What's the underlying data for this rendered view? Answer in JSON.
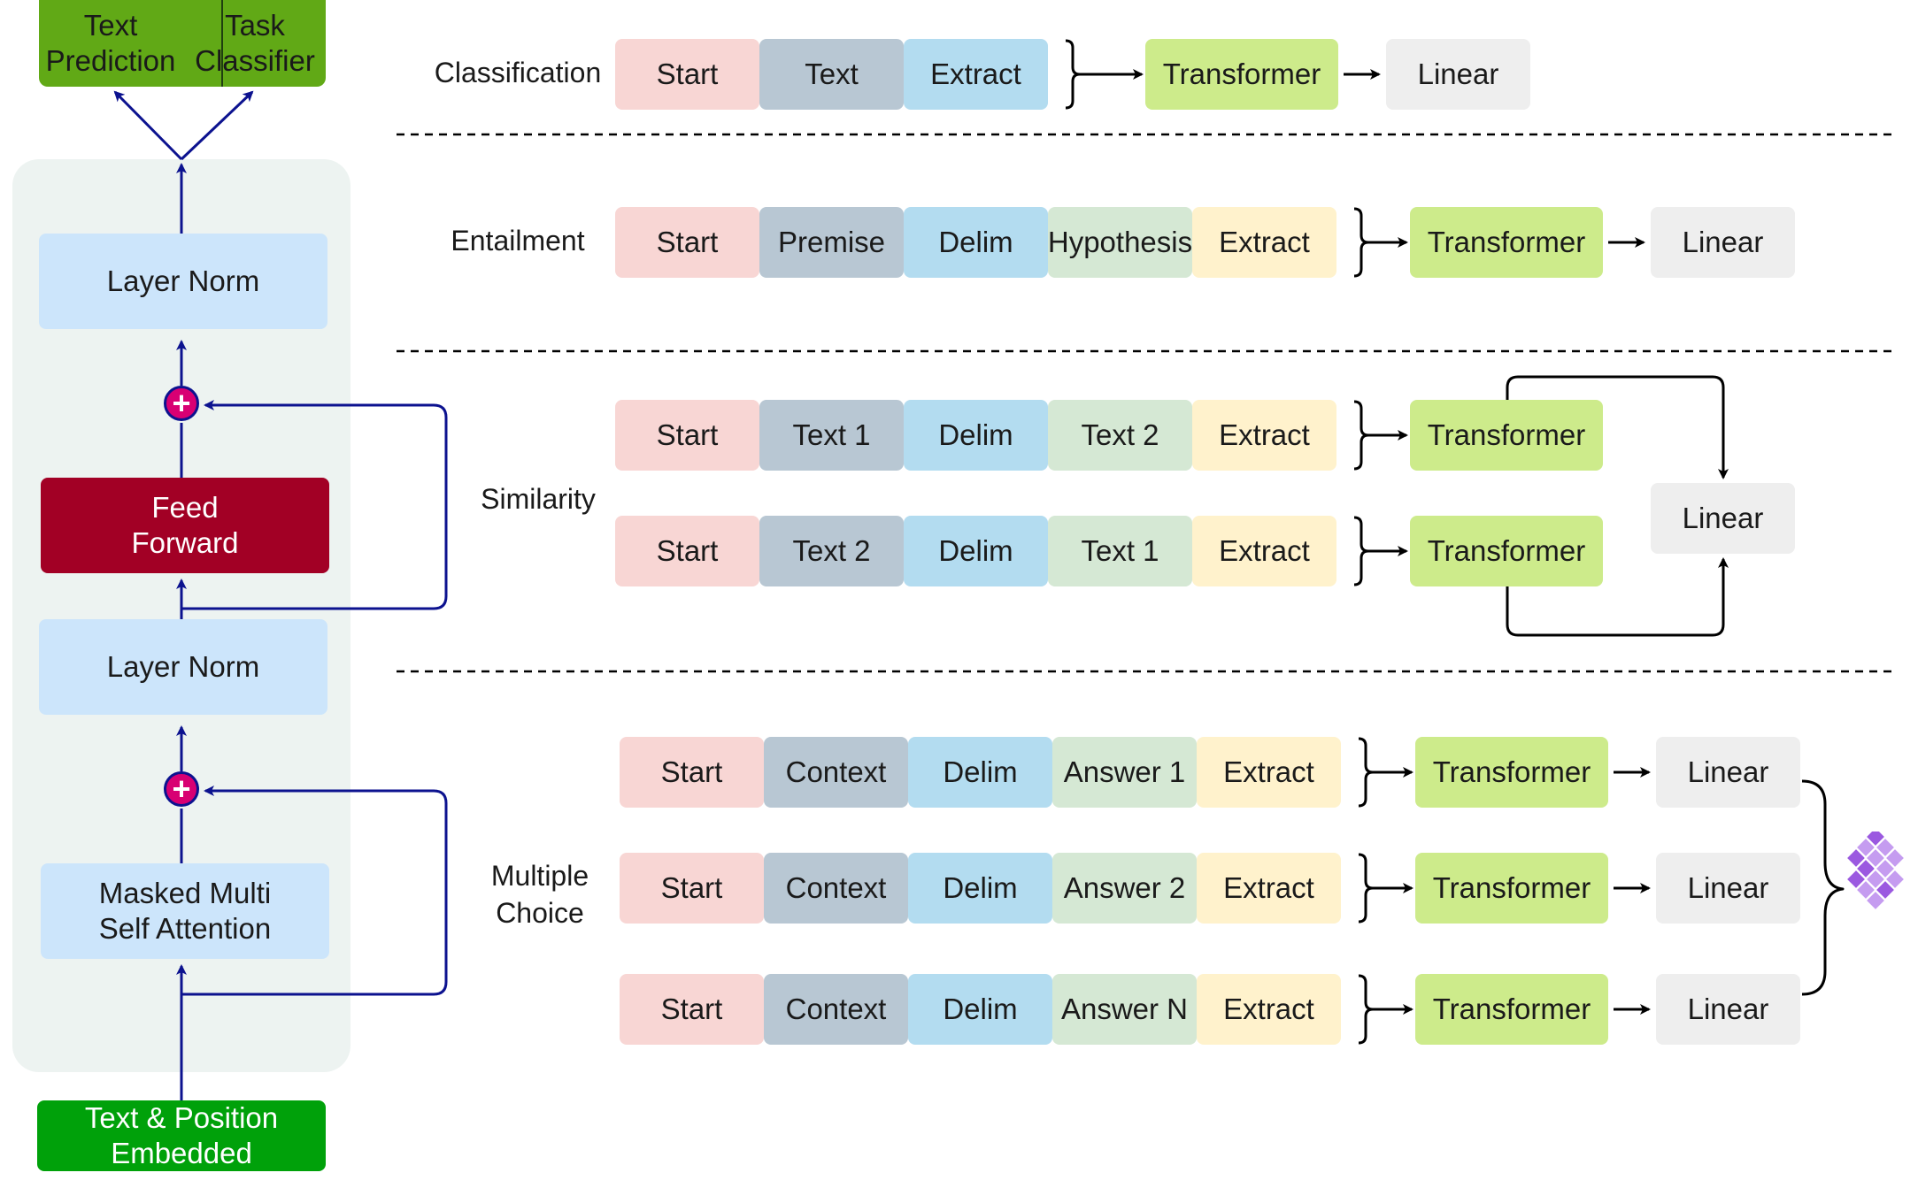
{
  "colors": {
    "start": "#f8d6d4",
    "mid": "#b8c7d3",
    "delim": "#b3dcf0",
    "second": "#d5e8d4",
    "extract": "#fff2cc",
    "transformer": "#cdeb8b",
    "linear": "#eeeeee",
    "panel": "#edf3f1",
    "norm": "#cce5fb",
    "feed": "#a20025",
    "embed": "#00a10a",
    "head": "#61a916",
    "arrow": "#0c128f",
    "plus": "#d80073",
    "cube": "#9b59e0"
  },
  "architecture": {
    "head_left": "Text\nPrediction",
    "head_right": "Task\nClassifier",
    "layer_norm_top": "Layer Norm",
    "feed_forward": "Feed\nForward",
    "layer_norm_bottom": "Layer Norm",
    "attention": "Masked Multi\nSelf Attention",
    "embedding": "Text & Position\nEmbedded",
    "plus_icon": "plus-circle-icon"
  },
  "tasks": {
    "classification": {
      "label": "Classification",
      "tokens": [
        "Start",
        "Text",
        "Extract"
      ],
      "transformer": "Transformer",
      "linear": "Linear"
    },
    "entailment": {
      "label": "Entailment",
      "tokens": [
        "Start",
        "Premise",
        "Delim",
        "Hypothesis",
        "Extract"
      ],
      "transformer": "Transformer",
      "linear": "Linear"
    },
    "similarity": {
      "label": "Similarity",
      "rows": [
        {
          "tokens": [
            "Start",
            "Text 1",
            "Delim",
            "Text 2",
            "Extract"
          ],
          "transformer": "Transformer"
        },
        {
          "tokens": [
            "Start",
            "Text 2",
            "Delim",
            "Text 1",
            "Extract"
          ],
          "transformer": "Transformer"
        }
      ],
      "linear": "Linear"
    },
    "multiple_choice": {
      "label": "Multiple\nChoice",
      "rows": [
        {
          "tokens": [
            "Start",
            "Context",
            "Delim",
            "Answer 1",
            "Extract"
          ],
          "transformer": "Transformer",
          "linear": "Linear"
        },
        {
          "tokens": [
            "Start",
            "Context",
            "Delim",
            "Answer 2",
            "Extract"
          ],
          "transformer": "Transformer",
          "linear": "Linear"
        },
        {
          "tokens": [
            "Start",
            "Context",
            "Delim",
            "Answer N",
            "Extract"
          ],
          "transformer": "Transformer",
          "linear": "Linear"
        }
      ],
      "output_icon": "softmax-cube-icon"
    }
  }
}
